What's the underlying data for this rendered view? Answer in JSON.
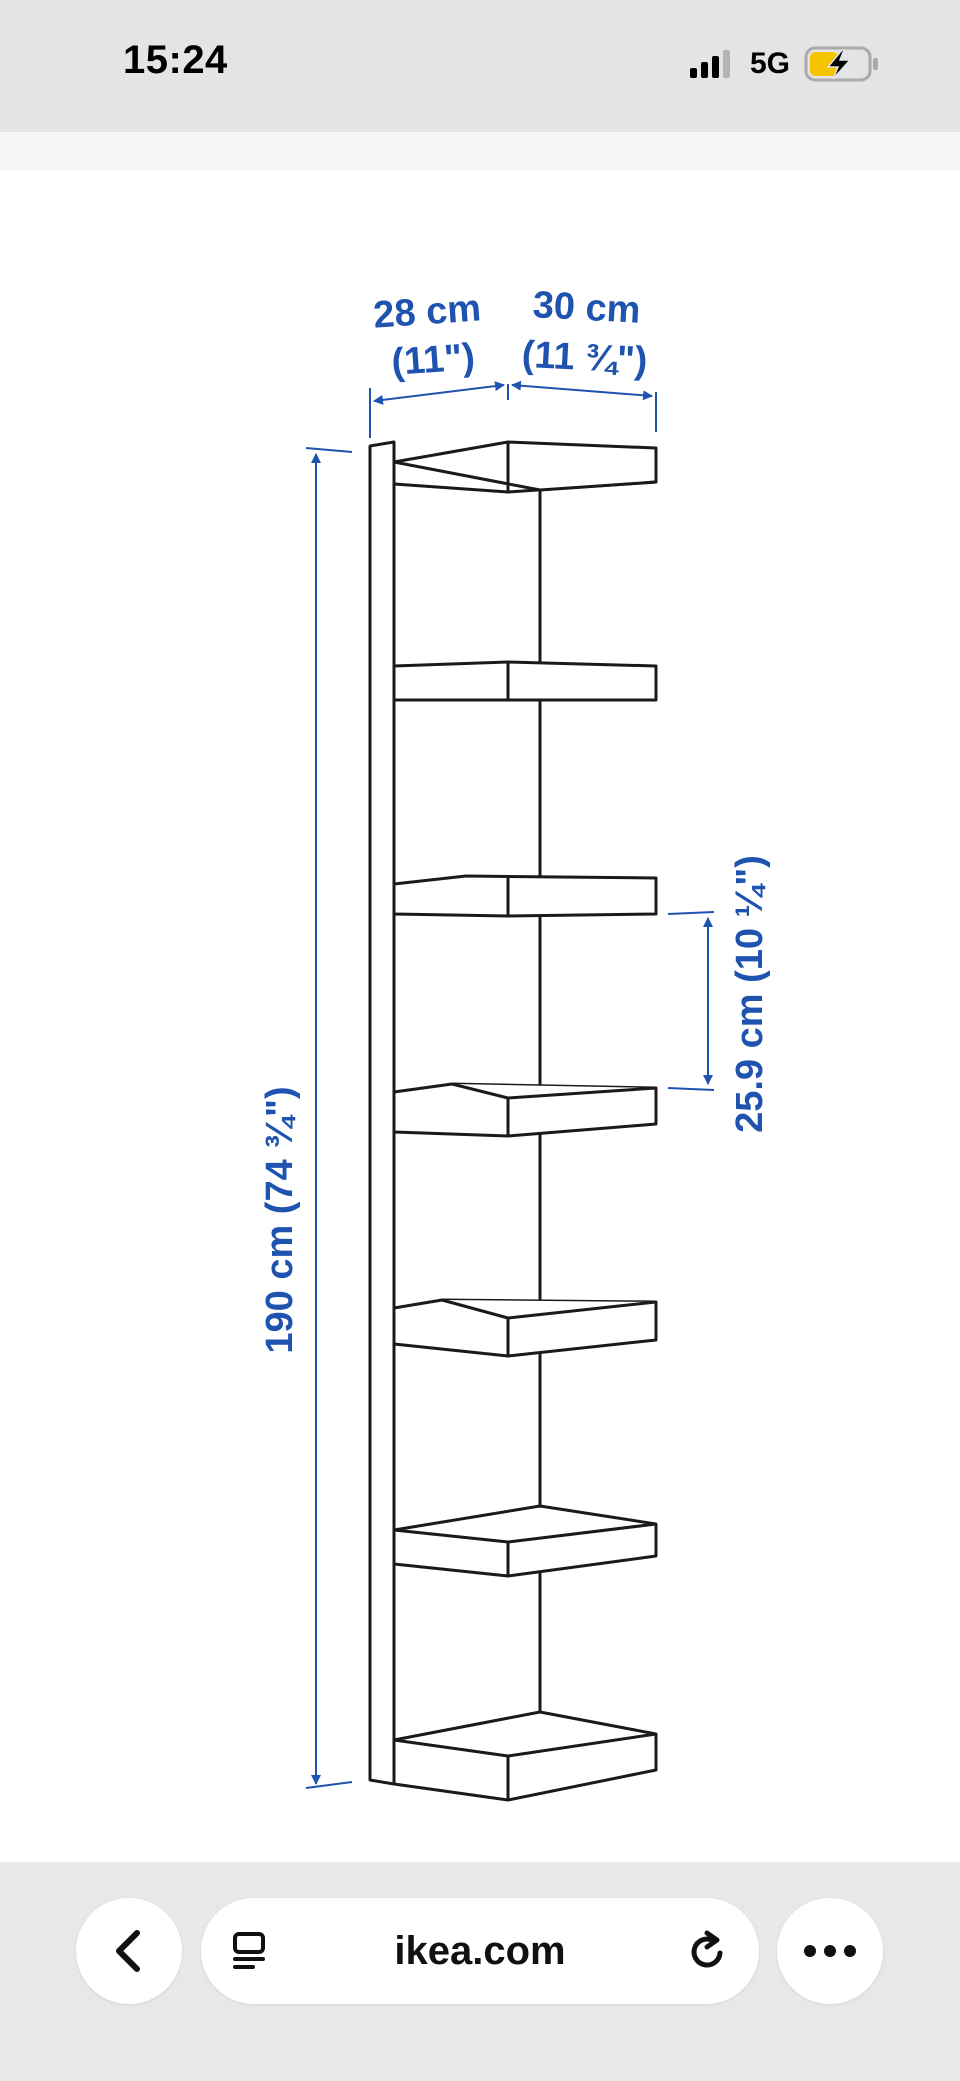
{
  "status_bar": {
    "time": "15:24",
    "network": "5G",
    "icons": [
      "signal-icon",
      "battery-charging-icon"
    ],
    "battery_color": "#f5c400"
  },
  "diagram": {
    "width_left_cm": "28 cm",
    "width_left_in": "(11\")",
    "width_right_cm": "30 cm",
    "width_right_in": "(11 ¾\")",
    "height_label": "190 cm (74 ¾\")",
    "spacing_label": "25.9 cm (10 ¼\")",
    "shelf_count": 7,
    "dimension_color": "#1f53b0"
  },
  "browser": {
    "url": "ikea.com",
    "icons": [
      "back-icon",
      "reader-icon",
      "reload-icon",
      "more-icon"
    ]
  }
}
